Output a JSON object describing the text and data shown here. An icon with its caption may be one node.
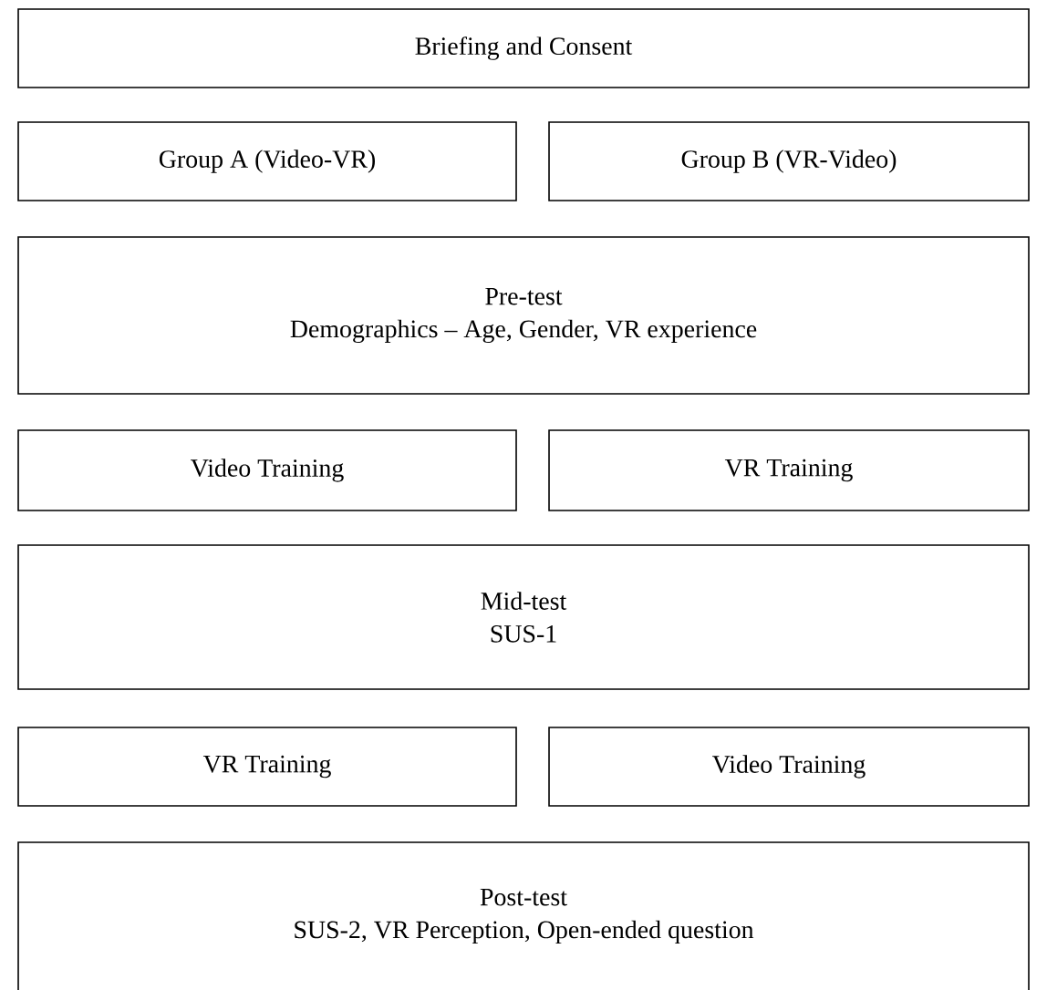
{
  "diagram": {
    "nodes": [
      {
        "text": [
          "Briefing and Consent"
        ]
      },
      {
        "text": [
          "Group A (Video-VR)"
        ]
      },
      {
        "text": [
          "Group B (VR-Video)"
        ]
      },
      {
        "text": [
          "Pre-test",
          "Demographics – Age, Gender, VR experience"
        ]
      },
      {
        "text": [
          "Video Training"
        ]
      },
      {
        "text": [
          "VR Training"
        ]
      },
      {
        "text": [
          "Mid-test",
          "SUS-1"
        ]
      },
      {
        "text": [
          "VR Training"
        ]
      },
      {
        "text": [
          "Video Training"
        ]
      },
      {
        "text": [
          "Post-test",
          "SUS-2, VR Perception, Open-ended question"
        ]
      }
    ]
  }
}
